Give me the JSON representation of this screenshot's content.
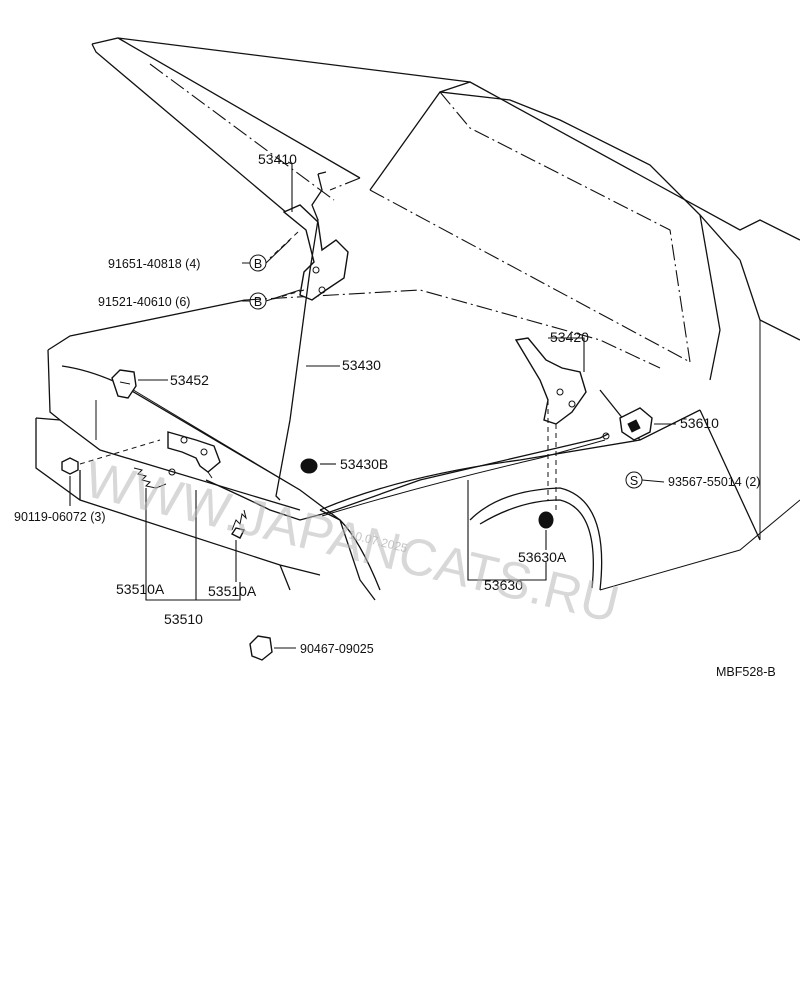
{
  "diagram_code": "MBF528-B",
  "watermark": "WWW.JAPANCATS.RU",
  "watermark_date": "10.07.2025",
  "parts": {
    "p53410": "53410",
    "p91651": "91651-40818 (4)",
    "p91521": "91521-40610 (6)",
    "p53420": "53420",
    "p53430": "53430",
    "p53452": "53452",
    "p53610": "53610",
    "p93567": "93567-55014 (2)",
    "p53430B": "53430B",
    "p90119": "90119-06072 (3)",
    "p53630A": "53630A",
    "p53630": "53630",
    "p53510A_1": "53510A",
    "p53510A_2": "53510A",
    "p53510": "53510",
    "p90467": "90467-09025"
  },
  "symbols": {
    "bolt_B_1": "B",
    "bolt_B_2": "B",
    "screw_S": "S"
  }
}
